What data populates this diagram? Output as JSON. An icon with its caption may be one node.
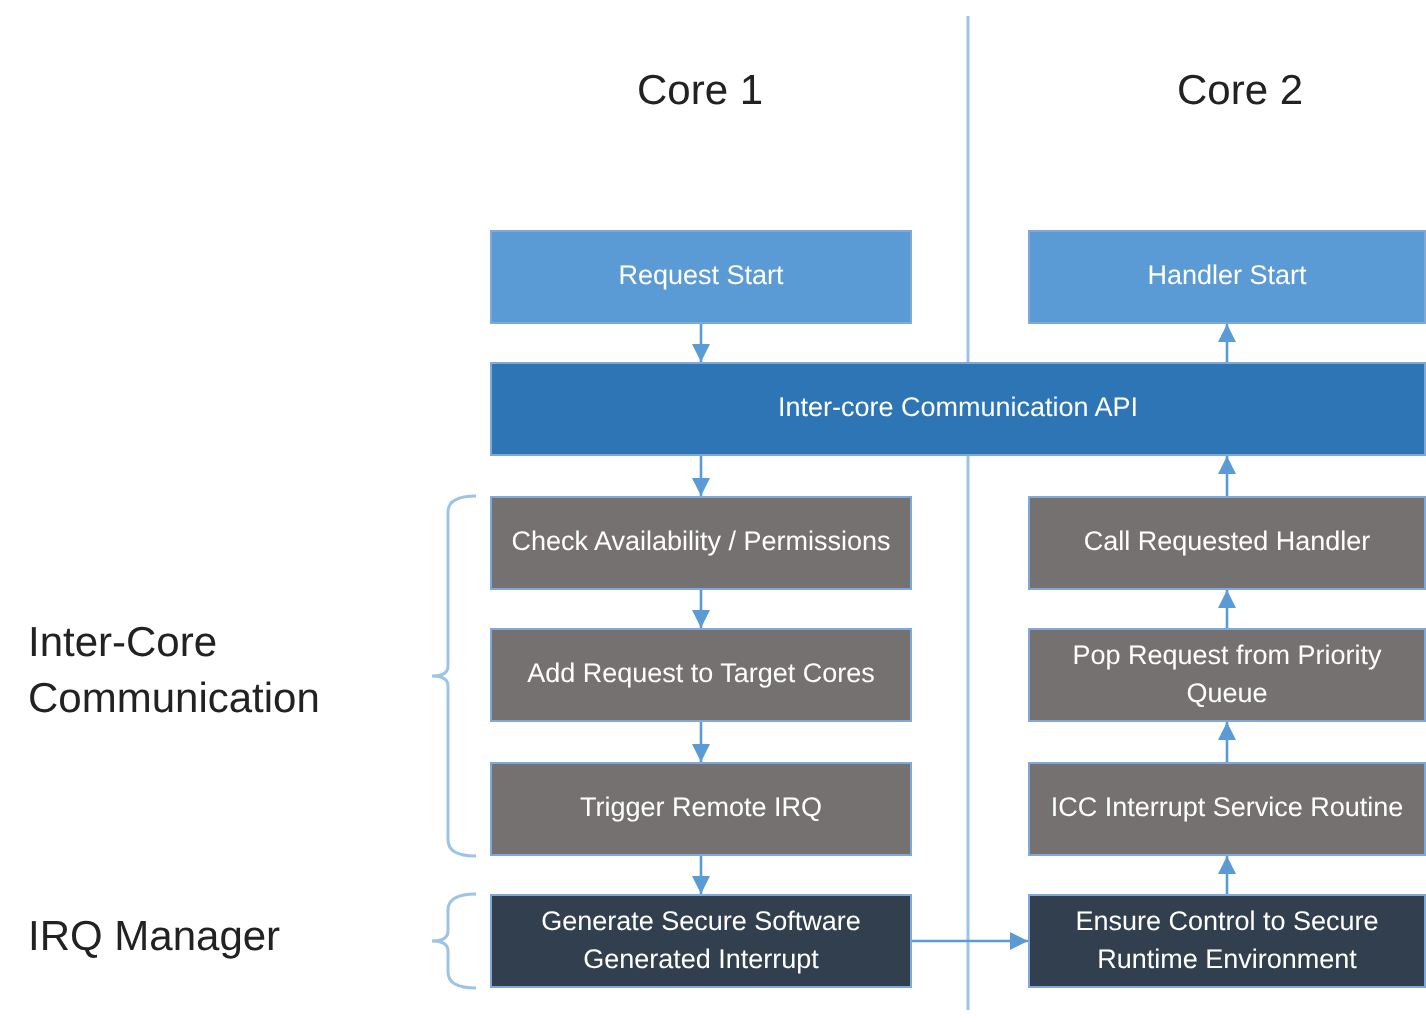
{
  "diagram": {
    "nodes": [
      {
        "text": [
          "Request Start"
        ]
      },
      {
        "text": [
          "Inter-core Communication API"
        ]
      },
      {
        "text": [
          "Check Availability / Permissions"
        ]
      },
      {
        "text": [
          "Add Request to Target Cores"
        ]
      },
      {
        "text": [
          "Trigger Remote IRQ"
        ]
      },
      {
        "text": [
          "Generate Secure Software Generated Interrupt"
        ]
      },
      {
        "text": [
          "Handler Start"
        ]
      },
      {
        "text": [
          "Call Requested Handler"
        ]
      },
      {
        "text": [
          "Pop Request from Priority Queue"
        ]
      },
      {
        "text": [
          "ICC Interrupt Service Routine"
        ]
      },
      {
        "text": [
          "Ensure Control to Secure Runtime Environment"
        ]
      }
    ],
    "edges": [
      {
        "from": 0,
        "to": 1,
        "arrow": "to"
      },
      {
        "from": 1,
        "to": 2,
        "arrow": "to"
      },
      {
        "from": 2,
        "to": 3,
        "arrow": "to"
      },
      {
        "from": 3,
        "to": 4,
        "arrow": "to"
      },
      {
        "from": 4,
        "to": 5,
        "arrow": "to"
      },
      {
        "from": 5,
        "to": 10,
        "arrow": "to"
      },
      {
        "from": 10,
        "to": 9,
        "arrow": "to"
      },
      {
        "from": 9,
        "to": 8,
        "arrow": "to"
      },
      {
        "from": 8,
        "to": 7,
        "arrow": "to"
      },
      {
        "from": 7,
        "to": 1,
        "arrow": "to"
      },
      {
        "from": 1,
        "to": 6,
        "arrow": "to"
      }
    ],
    "labels": [
      "Core 1",
      "Core 2",
      "Inter-Core Communication",
      "IRQ Manager"
    ]
  }
}
